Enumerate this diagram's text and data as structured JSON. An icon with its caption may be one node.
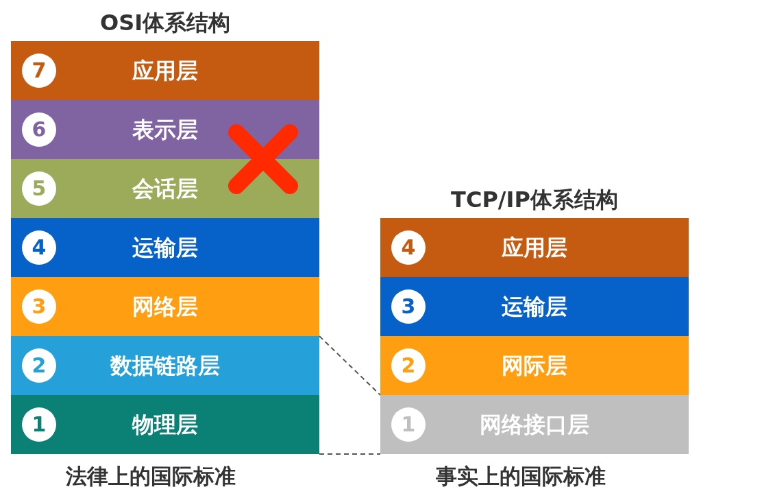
{
  "diagram": {
    "nodes": [
      {
        "text": [
          "OSI体系结构"
        ]
      },
      {
        "text": [
          "7",
          "应用层"
        ],
        "in": 0
      },
      {
        "text": [
          "6",
          "表示层"
        ],
        "in": 0
      },
      {
        "text": [
          "5",
          "会话层"
        ],
        "in": 0
      },
      {
        "text": [
          "4",
          "运输层"
        ],
        "in": 0
      },
      {
        "text": [
          "3",
          "网络层"
        ],
        "in": 0
      },
      {
        "text": [
          "2",
          "数据链路层"
        ],
        "in": 0
      },
      {
        "text": [
          "1",
          "物理层"
        ],
        "in": 0
      },
      {
        "text": [
          "TCP/IP体系结构"
        ]
      },
      {
        "text": [
          "4",
          "应用层"
        ],
        "in": 8
      },
      {
        "text": [
          "3",
          "运输层"
        ],
        "in": 8
      },
      {
        "text": [
          "2",
          "网际层"
        ],
        "in": 8
      },
      {
        "text": [
          "1",
          "网络接口层"
        ],
        "in": 8
      }
    ],
    "edges": [
      {
        "from": 6,
        "to": 12,
        "arrow": "none",
        "style": "dashed"
      },
      {
        "from": 7,
        "to": 12,
        "arrow": "none",
        "style": "dashed"
      }
    ],
    "labels": [
      "**法律**上的国际标准",
      "**事实**上的国际标准"
    ]
  }
}
